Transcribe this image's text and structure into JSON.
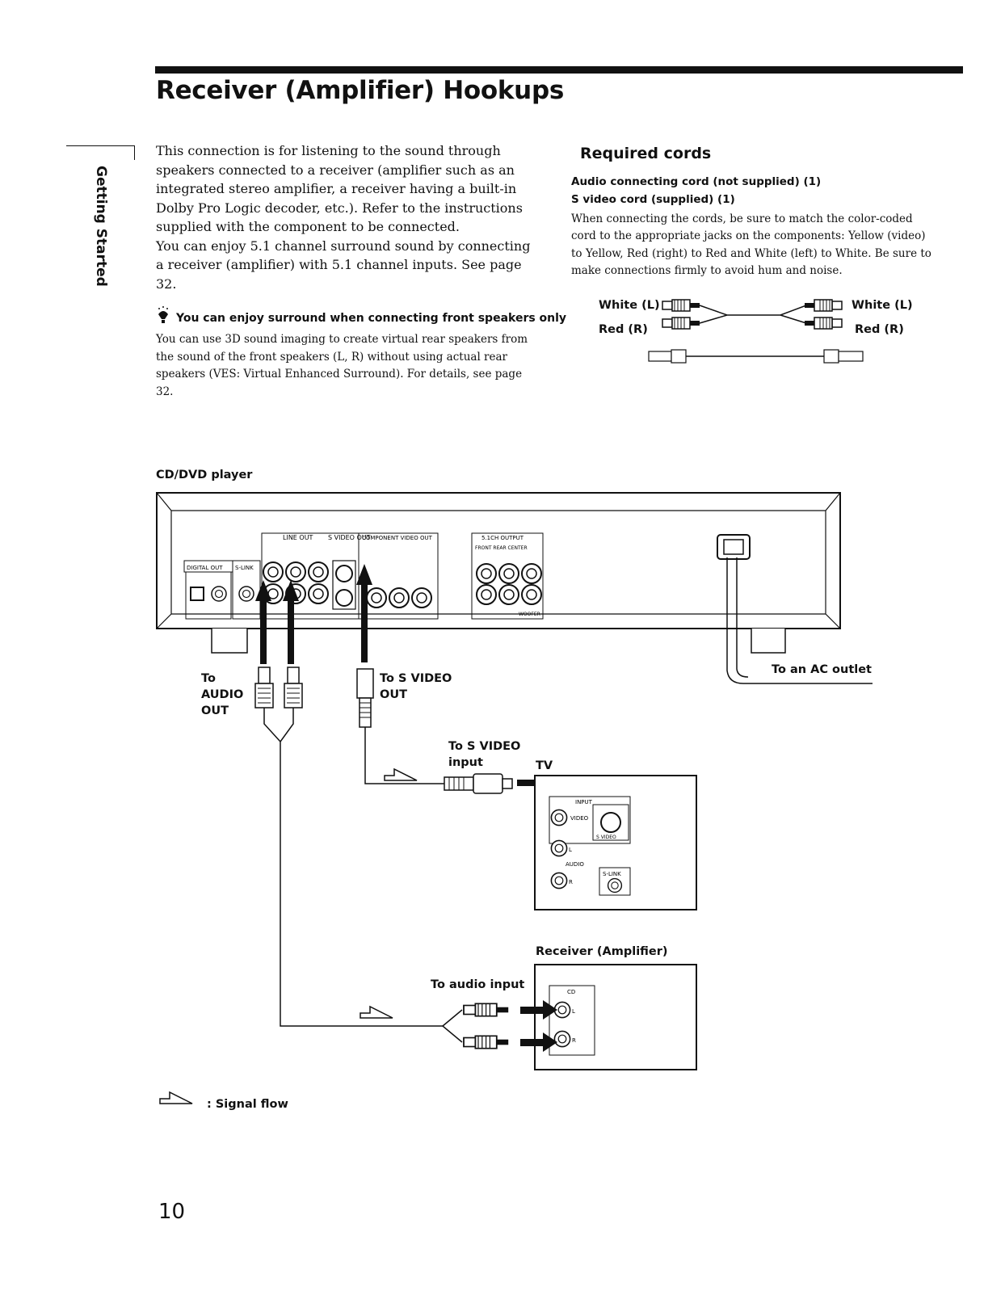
{
  "header": {
    "title": "Receiver (Amplifier) Hookups",
    "side_tab": "Getting Started"
  },
  "intro": {
    "paragraph1": "This connection is for listening to the sound through speakers connected to a receiver (amplifier such as an integrated stereo amplifier, a receiver having a built-in Dolby Pro Logic decoder, etc.).  Refer to the instructions supplied with the component to be connected.",
    "paragraph2": "You can enjoy 5.1 channel surround sound by connecting a receiver (amplifier) with 5.1 channel inputs.  See page 32."
  },
  "tip": {
    "title": "You can enjoy surround when connecting front speakers only",
    "body": "You can use 3D sound imaging to create virtual rear speakers from the sound of the front speakers (L, R) without using actual rear speakers (VES: Virtual Enhanced Surround).  For details, see page 32."
  },
  "required_cords": {
    "title": "Required cords",
    "cord1": "Audio connecting cord (not supplied) (1)",
    "cord2": "S video cord (supplied) (1)",
    "body": "When connecting the cords, be sure to match the color-coded cord to the appropriate jacks on the components: Yellow (video) to Yellow, Red (right) to Red and White (left) to White. Be sure to make connections firmly to avoid hum and noise.",
    "white_l": "White (L)",
    "red_r": "Red (R)"
  },
  "diagram": {
    "player_label": "CD/DVD player",
    "to_audio_out": "To\nAUDIO\nOUT",
    "to_s_video_out": "To S VIDEO\nOUT",
    "to_s_video_input": "To S VIDEO\ninput",
    "tv_label": "TV",
    "ac_outlet": "To an AC outlet",
    "receiver_label": "Receiver (Amplifier)",
    "to_audio_input": "To audio input",
    "signal_flow": ": Signal flow",
    "panel": {
      "line_out": "LINE OUT",
      "s_video_out": "S VIDEO OUT",
      "component_video_out": "COMPONENT VIDEO OUT",
      "digital_out": "DIGITAL OUT",
      "s_link": "S-LINK",
      "ch_output": "5.1CH OUTPUT",
      "front_rear_center": "FRONT  REAR  CENTER",
      "woofer": "WOOFER"
    },
    "tv_panel": {
      "input": "INPUT",
      "video": "VIDEO",
      "s_video": "S VIDEO",
      "audio": "AUDIO",
      "l": "L",
      "r": "R",
      "s_link": "S-LINK"
    },
    "receiver_panel": {
      "cd": "CD",
      "l": "L",
      "r": "R"
    }
  },
  "footer": {
    "page_number": "10"
  }
}
